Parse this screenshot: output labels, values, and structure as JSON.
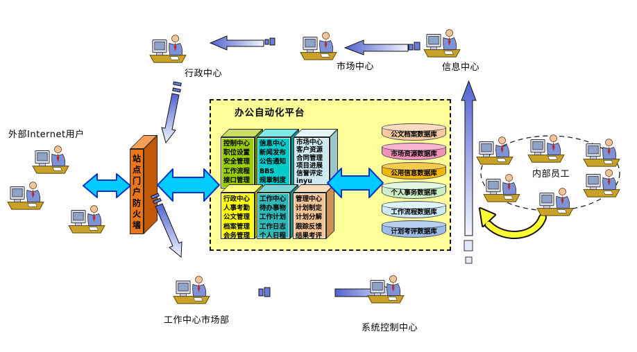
{
  "colors": {
    "platform_bg": "#FFFF99",
    "big_arrow_fill": "#00CCFF",
    "big_arrow_stroke": "#0033CC",
    "thin_arrow_dark": "#5163CE",
    "thin_arrow_light": "#F2F4FF",
    "arrow_square_fill": "#6A7BD8",
    "curved_arrow_fill": "#FFFF33",
    "firewall_front": "#E8751A",
    "firewall_top": "#F5A055",
    "firewall_side": "#C25708"
  },
  "platform": {
    "title": "办公自动化平台",
    "modules": [
      {
        "name": "控制中心",
        "text": "控制中心\n职位设置\n安全管理\n工作流程\n接口管理",
        "color": "#99CC00",
        "color_top": "#CCDD66",
        "color_side": "#6B9900"
      },
      {
        "name": "信息中心",
        "text": "信息中心\n新闻发布\n公告通知\nBBS\n规章制度",
        "color": "#00CCCC",
        "color_top": "#7FE8E8",
        "color_side": "#009999"
      },
      {
        "name": "市场中心",
        "text": "市场中心\n客户资源\n合同管理\n项目进展\n信誉评定\ninyu",
        "color": "#CDE9EF",
        "color_top": "#E4F4F7",
        "color_side": "#9FC4CC"
      },
      {
        "name": "行政中心",
        "text": "行政中心\n人事考勤\n公文管理\n档案管理\n会务管理",
        "color": "#FFFF00",
        "color_top": "#FFFF80",
        "color_side": "#BFBF00"
      },
      {
        "name": "工作中心",
        "text": "工作中心\n待办事物\n工作计划\n工作日志\n个人日程",
        "color": "#2FB8B8",
        "color_top": "#7FD4D4",
        "color_side": "#1E8C8C"
      },
      {
        "name": "管理中心",
        "text": "管理中心\n计划制定\n计划分解\n跟踪反馈\n结果考评",
        "color": "#F2C395",
        "color_top": "#F8DCBD",
        "color_side": "#CE9055"
      }
    ],
    "databases": [
      {
        "label": "公文档案数据库",
        "color": "#F5CA9E",
        "color_top": "#F8DCBD"
      },
      {
        "label": "市场资源数据库",
        "color": "#F291B8",
        "color_top": "#F7B3CF"
      },
      {
        "label": "公用信息数据库",
        "color": "#F2B705",
        "color_top": "#F7CC4D"
      },
      {
        "label": "个人事务数据库",
        "color": "#CDEFC8",
        "color_top": "#E2F7DE"
      },
      {
        "label": "工作流程数据库",
        "color": "#CDEBF5",
        "color_top": "#E0F4FB"
      },
      {
        "label": "计划考评数据库",
        "color": "#9BBCE8",
        "color_top": "#B8D0F0"
      }
    ]
  },
  "firewall": {
    "label": "站点门户防火墙"
  },
  "labels": {
    "external_users": "外部Internet用户",
    "admin_center": "行政中心",
    "market_center": "市场中心",
    "info_center": "信息中心",
    "work_center_market": "工作中心市场部",
    "system_control": "系统控制中心",
    "internal_staff": "内部员工"
  },
  "icons": {
    "workstation": "person-at-computer-workstation"
  }
}
